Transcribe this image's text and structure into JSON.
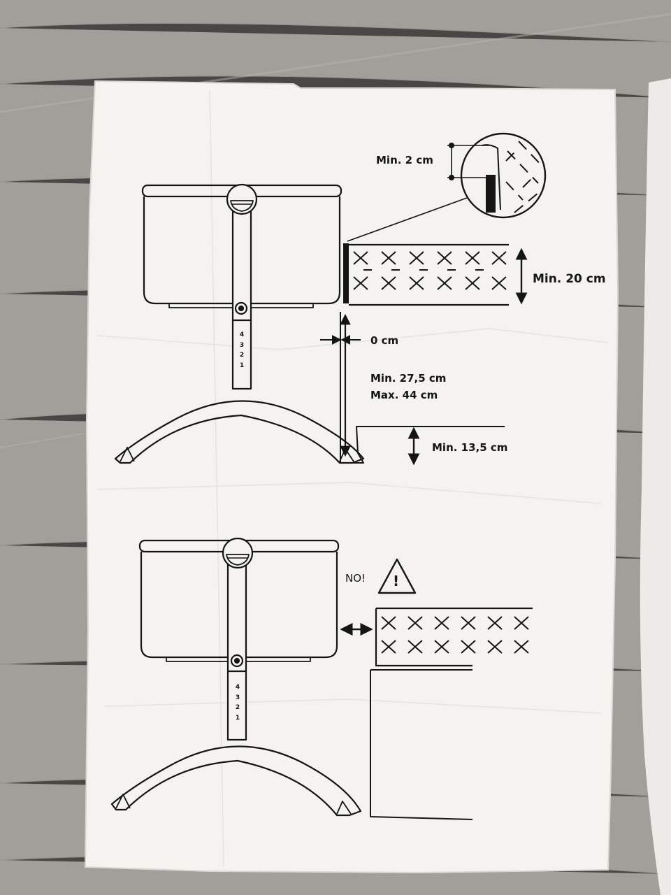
{
  "diagram1": {
    "gap_label": "Min. 2 cm",
    "mattress_label": "Min. 20 cm",
    "zero_label": "0 cm",
    "height_min_label": "Min. 27,5 cm",
    "height_max_label": "Max. 44 cm",
    "clearance_label": "Min. 13,5 cm",
    "height_steps": [
      "4",
      "3",
      "2",
      "1"
    ]
  },
  "diagram2": {
    "warning_label": "NO!",
    "warning_symbol": "!",
    "height_steps": [
      "4",
      "3",
      "2",
      "1"
    ]
  },
  "icons": [
    "warning-triangle-icon",
    "double-arrow-icon"
  ],
  "colors": {
    "ink": "#151515",
    "paper": "#f4f3f0",
    "floor": "#9c9a97"
  }
}
